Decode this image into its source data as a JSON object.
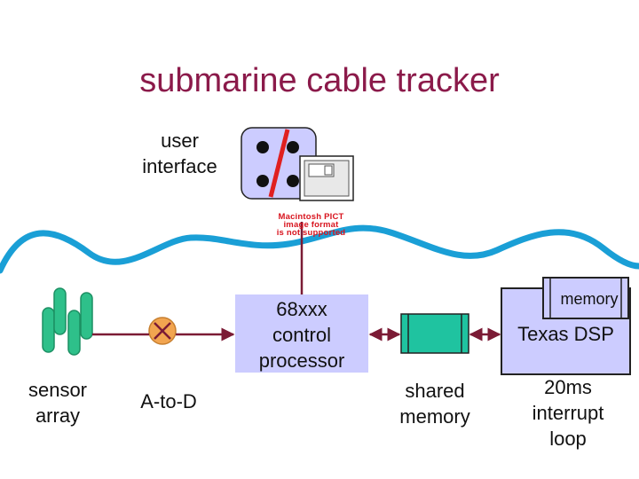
{
  "title": "submarine cable tracker",
  "labels": {
    "user_interface": "user\ninterface",
    "processor": "68xxx\ncontrol\nprocessor",
    "memory": "memory",
    "dsp": "Texas DSP",
    "sensor_array": "sensor\narray",
    "a_to_d": "A-to-D",
    "shared_memory": "shared\nmemory",
    "interrupt_loop": "20ms\ninterrupt\nloop",
    "pict_note": "Macintosh PICT\nimage format\nis not supported"
  },
  "colors": {
    "title": "#8b1a4a",
    "box_fill": "#ccccff",
    "connector": "#7b1b35",
    "wave": "#1a9fd6",
    "sensor": "#2ec08a",
    "adc": "#f2a550",
    "shared_memory_fill": "#1fc3a0",
    "slash": "#e02020"
  },
  "icons": [
    "keypad-icon",
    "screen-icon",
    "sensor-cylinder-icon",
    "adc-cross-icon"
  ]
}
